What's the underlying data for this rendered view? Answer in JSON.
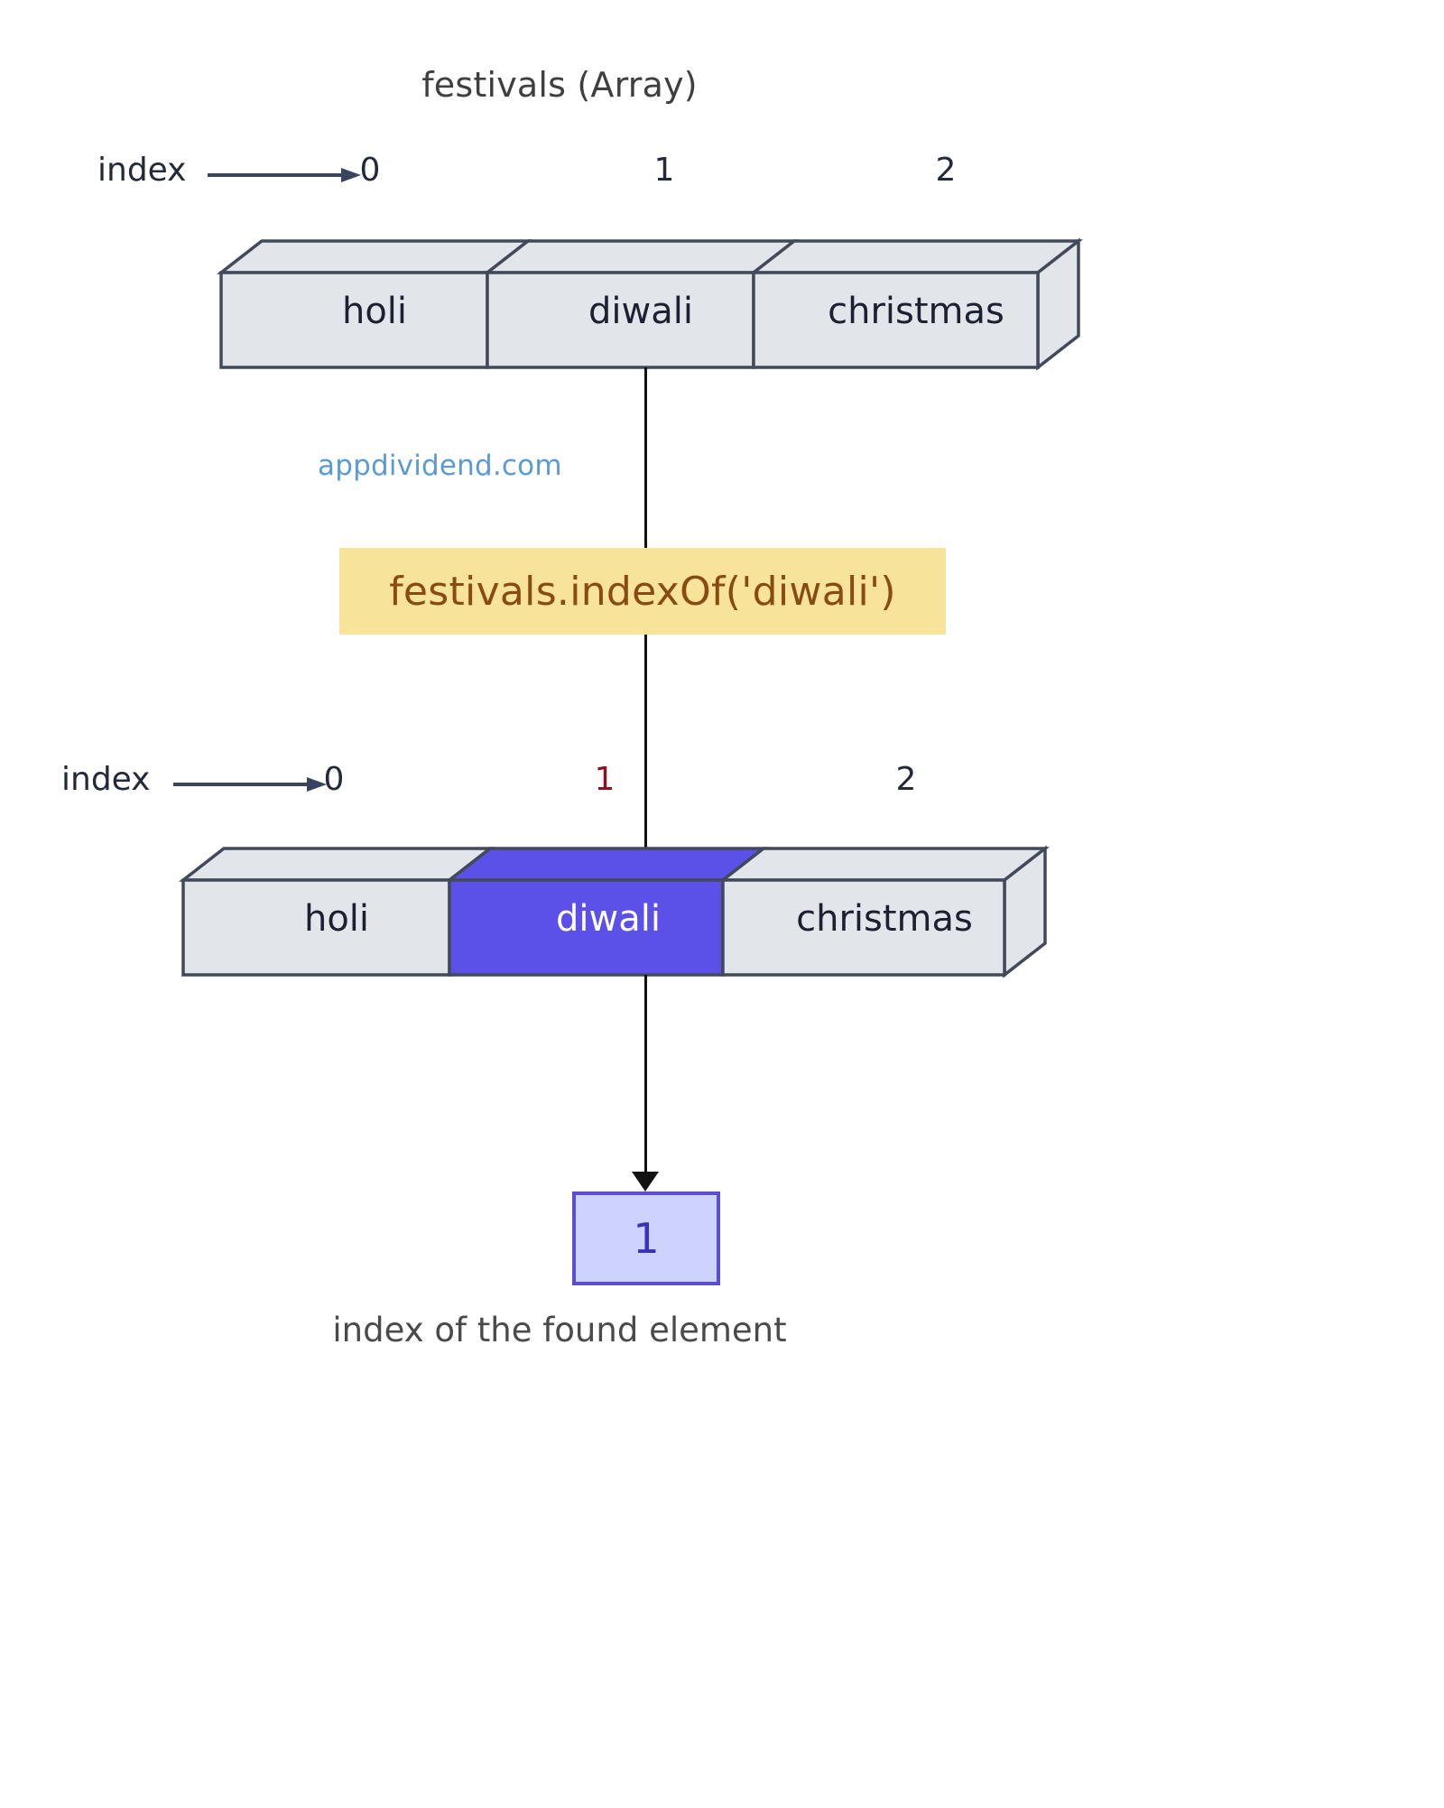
{
  "diagram": {
    "title": "festivals (Array)",
    "watermark": "appdividend.com",
    "caption": "index of the found element",
    "code_expression": "festivals.indexOf('diwali')",
    "result_value": "1",
    "index_label": "index",
    "colors": {
      "array_fill": "#e2e6ea",
      "array_stroke": "#424a5a",
      "highlight_fill": "#5b50e8",
      "highlight_text": "#ffffff",
      "code_bg": "#f7e399",
      "code_text": "#8a4a14",
      "result_bg": "#ccd2fb",
      "result_border": "#5b4fd0",
      "result_text": "#3b30b8",
      "watermark": "#5b9bd5",
      "index_highlight": "#8b1220",
      "text": "#1b2130"
    }
  },
  "arrays": [
    {
      "name": "festivals-before",
      "indices": [
        "0",
        "1",
        "2"
      ],
      "indices_highlighted": [
        false,
        false,
        false
      ],
      "cells": [
        {
          "value": "holi",
          "selected": false
        },
        {
          "value": "diwali",
          "selected": false
        },
        {
          "value": "christmas",
          "selected": false
        }
      ]
    },
    {
      "name": "festivals-after",
      "indices": [
        "0",
        "1",
        "2"
      ],
      "indices_highlighted": [
        false,
        true,
        false
      ],
      "cells": [
        {
          "value": "holi",
          "selected": false
        },
        {
          "value": "diwali",
          "selected": true
        },
        {
          "value": "christmas",
          "selected": false
        }
      ]
    }
  ]
}
